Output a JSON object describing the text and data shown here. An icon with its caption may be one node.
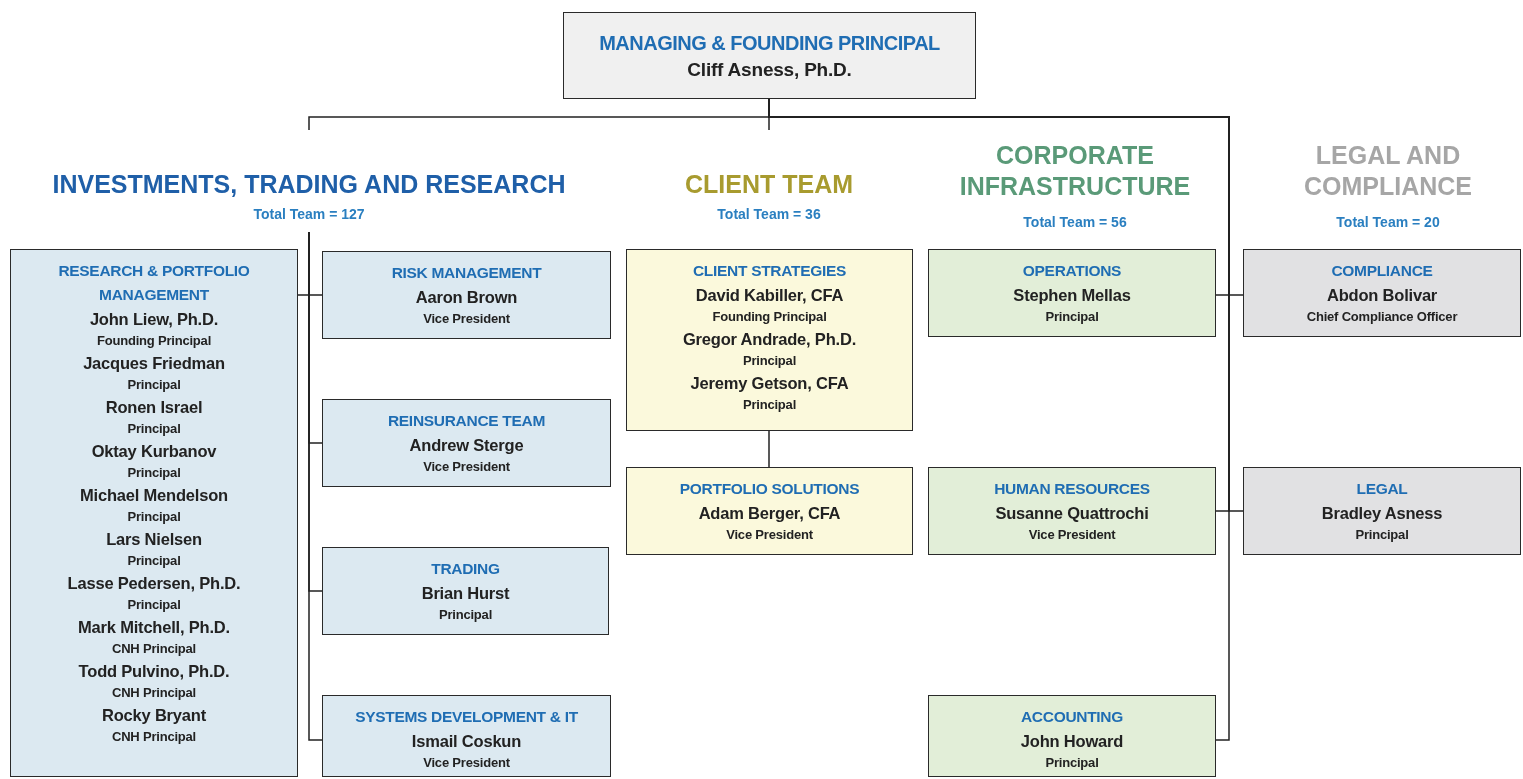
{
  "diagram": {
    "nodes": [
      {
        "text": [
          "MANAGING & FOUNDING PRINCIPAL",
          "Cliff Asness, Ph.D."
        ]
      },
      {
        "text": [
          "INVESTMENTS, TRADING AND RESEARCH",
          "Total Team = 127"
        ]
      },
      {
        "text": [
          "CLIENT TEAM",
          "Total Team = 36"
        ]
      },
      {
        "text": [
          "RESEARCH & PORTFOLIO MANAGEMENT",
          "John Liew, Ph.D.",
          "Founding Principal",
          "Jacques Friedman",
          "Principal",
          "Ronen Israel",
          "Principal",
          "Oktay Kurbanov",
          "Principal",
          "Michael Mendelson",
          "Principal",
          "Lars Nielsen",
          "Principal",
          "Lasse Pedersen, Ph.D.",
          "Principal",
          "Mark Mitchell, Ph.D.",
          "CNH Principal",
          "Todd Pulvino, Ph.D.",
          "CNH Principal",
          "Rocky Bryant",
          "CNH Principal"
        ]
      },
      {
        "text": [
          "RISK MANAGEMENT",
          "Aaron Brown",
          "Vice President"
        ]
      },
      {
        "text": [
          "REINSURANCE TEAM",
          "Andrew Sterge",
          "Vice President"
        ]
      },
      {
        "text": [
          "TRADING",
          "Brian Hurst",
          "Principal"
        ]
      },
      {
        "text": [
          "SYSTEMS DEVELOPMENT & IT",
          "Ismail Coskun",
          "Vice President"
        ]
      },
      {
        "text": [
          "CLIENT STRATEGIES",
          "David Kabiller, CFA",
          "Founding Principal",
          "Gregor Andrade, Ph.D.",
          "Principal",
          "Jeremy Getson, CFA",
          "Principal"
        ]
      },
      {
        "text": [
          "PORTFOLIO SOLUTIONS",
          "Adam Berger, CFA",
          "Vice President"
        ]
      },
      {
        "text": [
          "OPERATIONS",
          "Stephen Mellas",
          "Principal"
        ]
      },
      {
        "text": [
          "HUMAN RESOURCES",
          "Susanne Quattrochi",
          "Vice President"
        ]
      },
      {
        "text": [
          "ACCOUNTING",
          "John Howard",
          "Principal"
        ]
      },
      {
        "text": [
          "COMPLIANCE",
          "Abdon Bolivar",
          "Chief Compliance Officer"
        ]
      },
      {
        "text": [
          "LEGAL",
          "Bradley Asness",
          "Principal"
        ]
      }
    ],
    "edges": [
      {
        "from": 0,
        "to": 1,
        "arrow": "none"
      },
      {
        "from": 0,
        "to": 2,
        "arrow": "none"
      },
      {
        "from": 0,
        "to": 10,
        "arrow": "none"
      },
      {
        "from": 0,
        "to": 13,
        "arrow": "none"
      },
      {
        "from": 0,
        "to": 11,
        "arrow": "none"
      },
      {
        "from": 0,
        "to": 14,
        "arrow": "none"
      },
      {
        "from": 0,
        "to": 12,
        "arrow": "none"
      },
      {
        "from": 1,
        "to": 3,
        "arrow": "none"
      },
      {
        "from": 1,
        "to": 4,
        "arrow": "none"
      },
      {
        "from": 1,
        "to": 5,
        "arrow": "none"
      },
      {
        "from": 1,
        "to": 6,
        "arrow": "none"
      },
      {
        "from": 1,
        "to": 7,
        "arrow": "none"
      },
      {
        "from": 8,
        "to": 9,
        "arrow": "none"
      }
    ],
    "labels": [
      "CORPORATE INFRASTRUCTURE",
      "Total Team = 56",
      "LEGAL AND COMPLIANCE",
      "Total Team = 20"
    ]
  }
}
